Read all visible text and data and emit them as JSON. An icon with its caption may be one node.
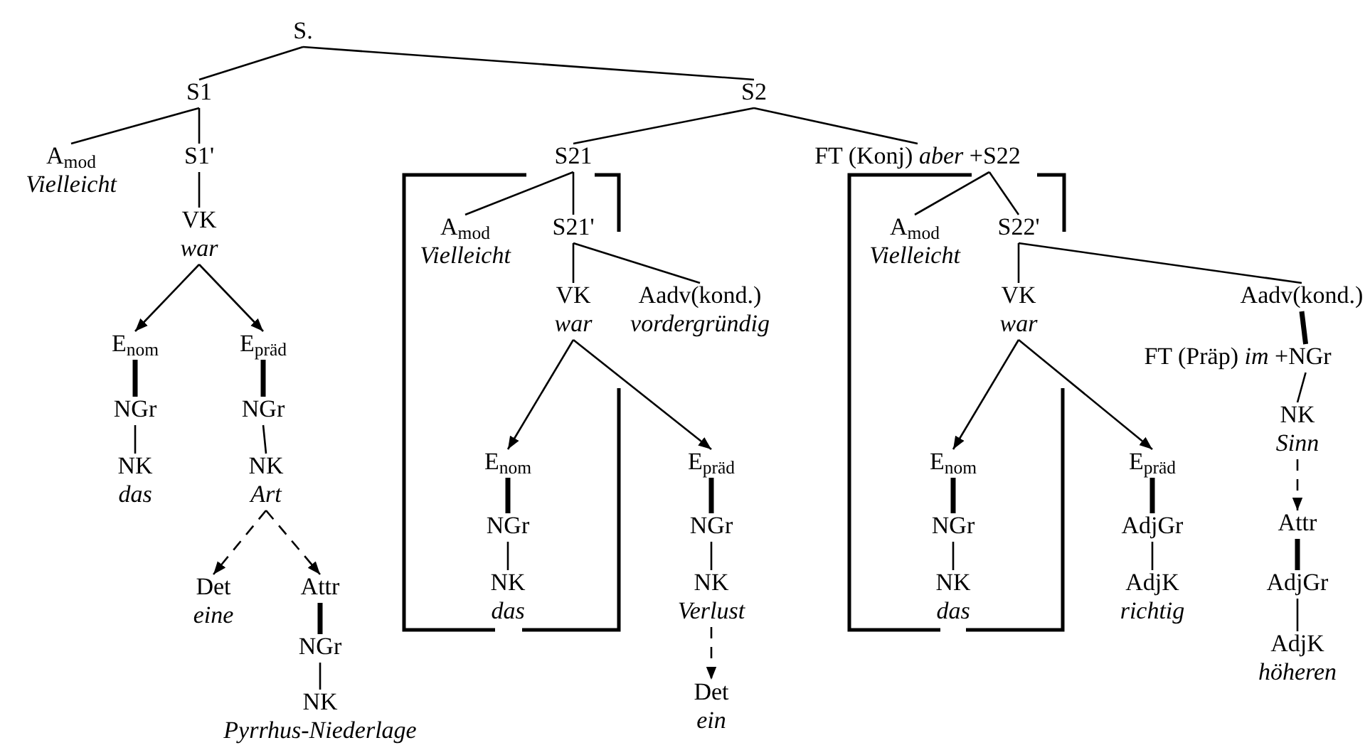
{
  "diagram": {
    "nodes": [
      {
        "text": [
          "S."
        ]
      },
      {
        "text": [
          "S1"
        ]
      },
      {
        "text": [
          "S2"
        ]
      },
      {
        "text": [
          "A$_{mod}$",
          "Vielleicht"
        ]
      },
      {
        "text": [
          "S1'"
        ]
      },
      {
        "text": [
          "VK",
          "war"
        ]
      },
      {
        "text": [
          "E$_{nom}$"
        ]
      },
      {
        "text": [
          "E$_{präd}$"
        ]
      },
      {
        "text": [
          "NGr"
        ]
      },
      {
        "text": [
          "NGr"
        ]
      },
      {
        "text": [
          "NK",
          "das"
        ]
      },
      {
        "text": [
          "NK",
          "Art"
        ]
      },
      {
        "text": [
          "Det",
          "eine"
        ]
      },
      {
        "text": [
          "Attr"
        ]
      },
      {
        "text": [
          "NGr"
        ]
      },
      {
        "text": [
          "NK",
          "Pyrrhus-Niederlage"
        ]
      },
      {
        "text": [
          "S21"
        ]
      },
      {
        "text": [
          "FT (Konj) *aber* +S22"
        ]
      },
      {
        "text": [
          "A$_{mod}$",
          "Vielleicht"
        ]
      },
      {
        "text": [
          "S21'"
        ]
      },
      {
        "text": [
          "VK",
          "war"
        ]
      },
      {
        "text": [
          "Aadv(kond.)",
          "vordergründig"
        ]
      },
      {
        "text": [
          "E$_{nom}$"
        ]
      },
      {
        "text": [
          "E$_{präd}$"
        ]
      },
      {
        "text": [
          "NGr"
        ]
      },
      {
        "text": [
          "NK",
          "das"
        ]
      },
      {
        "text": [
          "NGr"
        ]
      },
      {
        "text": [
          "NK",
          "Verlust"
        ]
      },
      {
        "text": [
          "Det",
          "ein"
        ]
      },
      {
        "text": [
          "A$_{mod}$",
          "Vielleicht"
        ]
      },
      {
        "text": [
          "S22'"
        ]
      },
      {
        "text": [
          "VK",
          "war"
        ]
      },
      {
        "text": [
          "Aadv(kond.)"
        ]
      },
      {
        "text": [
          "FT (Präp) *im* +NGr"
        ]
      },
      {
        "text": [
          "E$_{nom}$"
        ]
      },
      {
        "text": [
          "E$_{präd}$"
        ]
      },
      {
        "text": [
          "NGr"
        ]
      },
      {
        "text": [
          "NK",
          "das"
        ]
      },
      {
        "text": [
          "AdjGr"
        ]
      },
      {
        "text": [
          "AdjK",
          "richtig"
        ]
      },
      {
        "text": [
          "NK",
          "Sinn"
        ]
      },
      {
        "text": [
          "Attr"
        ]
      },
      {
        "text": [
          "AdjGr"
        ]
      },
      {
        "text": [
          "AdjK",
          "höheren"
        ]
      }
    ],
    "edges": [
      {
        "from": 0,
        "to": 1,
        "arrow": "none"
      },
      {
        "from": 0,
        "to": 2,
        "arrow": "none"
      },
      {
        "from": 1,
        "to": 3,
        "arrow": "none"
      },
      {
        "from": 1,
        "to": 4,
        "arrow": "none"
      },
      {
        "from": 4,
        "to": 5,
        "arrow": "none"
      },
      {
        "from": 5,
        "to": 6,
        "arrow": "to"
      },
      {
        "from": 5,
        "to": 7,
        "arrow": "to"
      },
      {
        "from": 6,
        "to": 8,
        "arrow": "none",
        "style": "thick"
      },
      {
        "from": 7,
        "to": 9,
        "arrow": "none",
        "style": "thick"
      },
      {
        "from": 8,
        "to": 10,
        "arrow": "none"
      },
      {
        "from": 9,
        "to": 11,
        "arrow": "none"
      },
      {
        "from": 11,
        "to": 12,
        "arrow": "to",
        "style": "dashed"
      },
      {
        "from": 11,
        "to": 13,
        "arrow": "to",
        "style": "dashed"
      },
      {
        "from": 13,
        "to": 14,
        "arrow": "none",
        "style": "thick"
      },
      {
        "from": 14,
        "to": 15,
        "arrow": "none"
      },
      {
        "from": 2,
        "to": 16,
        "arrow": "none"
      },
      {
        "from": 2,
        "to": 17,
        "arrow": "none"
      },
      {
        "from": 16,
        "to": 18,
        "arrow": "none"
      },
      {
        "from": 16,
        "to": 19,
        "arrow": "none"
      },
      {
        "from": 19,
        "to": 20,
        "arrow": "none"
      },
      {
        "from": 19,
        "to": 21,
        "arrow": "none"
      },
      {
        "from": 20,
        "to": 22,
        "arrow": "to"
      },
      {
        "from": 20,
        "to": 23,
        "arrow": "to"
      },
      {
        "from": 22,
        "to": 24,
        "arrow": "none",
        "style": "thick"
      },
      {
        "from": 24,
        "to": 25,
        "arrow": "none"
      },
      {
        "from": 23,
        "to": 26,
        "arrow": "none",
        "style": "thick"
      },
      {
        "from": 26,
        "to": 27,
        "arrow": "none"
      },
      {
        "from": 27,
        "to": 28,
        "arrow": "to",
        "style": "dashed"
      },
      {
        "from": 17,
        "to": 29,
        "arrow": "none"
      },
      {
        "from": 17,
        "to": 30,
        "arrow": "none"
      },
      {
        "from": 30,
        "to": 31,
        "arrow": "none"
      },
      {
        "from": 30,
        "to": 32,
        "arrow": "none"
      },
      {
        "from": 31,
        "to": 34,
        "arrow": "to"
      },
      {
        "from": 31,
        "to": 35,
        "arrow": "to"
      },
      {
        "from": 34,
        "to": 36,
        "arrow": "none",
        "style": "thick"
      },
      {
        "from": 36,
        "to": 37,
        "arrow": "none"
      },
      {
        "from": 35,
        "to": 38,
        "arrow": "none",
        "style": "thick"
      },
      {
        "from": 38,
        "to": 39,
        "arrow": "none"
      },
      {
        "from": 32,
        "to": 33,
        "arrow": "none",
        "style": "thick"
      },
      {
        "from": 33,
        "to": 40,
        "arrow": "none"
      },
      {
        "from": 40,
        "to": 41,
        "arrow": "to",
        "style": "dashed"
      },
      {
        "from": 41,
        "to": 42,
        "arrow": "none",
        "style": "thick"
      },
      {
        "from": 42,
        "to": 43,
        "arrow": "none"
      }
    ]
  }
}
